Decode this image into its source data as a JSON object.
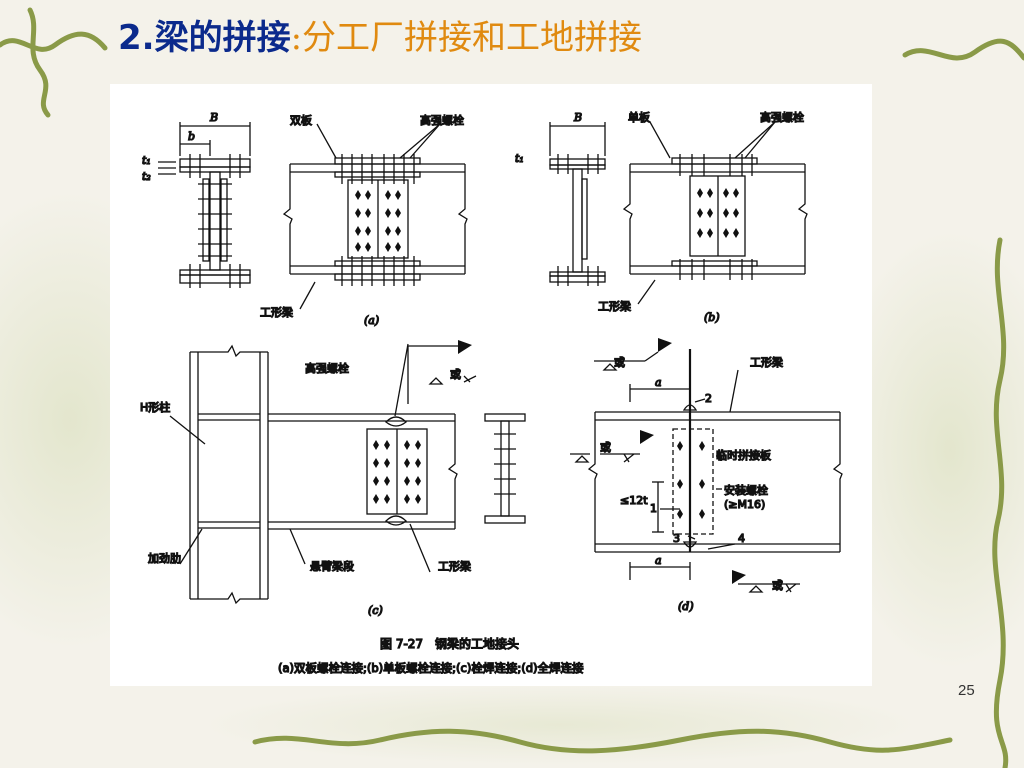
{
  "slide": {
    "title_main": "2.梁的拼接",
    "title_sep": ":",
    "title_sub": "分工厂拼接和工地拼接",
    "page_number": "25"
  },
  "figure": {
    "caption": "图 7-27　钢梁的工地接头",
    "subcaption": "(a)双板螺栓连接;(b)单板螺栓连接;(c)栓焊连接;(d)全焊连接",
    "a": {
      "dim_B": "B",
      "dim_b": "b",
      "t1": "t₁",
      "t2": "t₂",
      "double_plate": "双板",
      "hs_bolt": "高强螺栓",
      "i_beam": "工形梁",
      "tag": "(a)"
    },
    "b": {
      "dim_B": "B",
      "t1": "t₁",
      "single_plate": "单板",
      "hs_bolt": "高强螺栓",
      "i_beam": "工形梁",
      "tag": "(b)"
    },
    "c": {
      "h_column": "H形柱",
      "hs_bolt": "高强螺栓",
      "or": "或",
      "stiffener": "加劲肋",
      "cantilever": "悬臂梁段",
      "i_beam": "工形梁",
      "tag": "(c)"
    },
    "d": {
      "or1": "或",
      "or2": "或",
      "or3": "或",
      "i_beam": "工形梁",
      "dim_a1": "a",
      "dim_a2": "a",
      "n2": "2",
      "n1": "1",
      "n3": "3",
      "n4": "4",
      "temp_plate": "临时拼接板",
      "erect_bolt": "安装螺栓",
      "m16": "(≥M16)",
      "le12t": "≤12t",
      "tag": "(d)"
    }
  },
  "colors": {
    "title_blue": "#0b2a8c",
    "title_orange": "#e08a10",
    "vine_green": "#8a9a48"
  }
}
